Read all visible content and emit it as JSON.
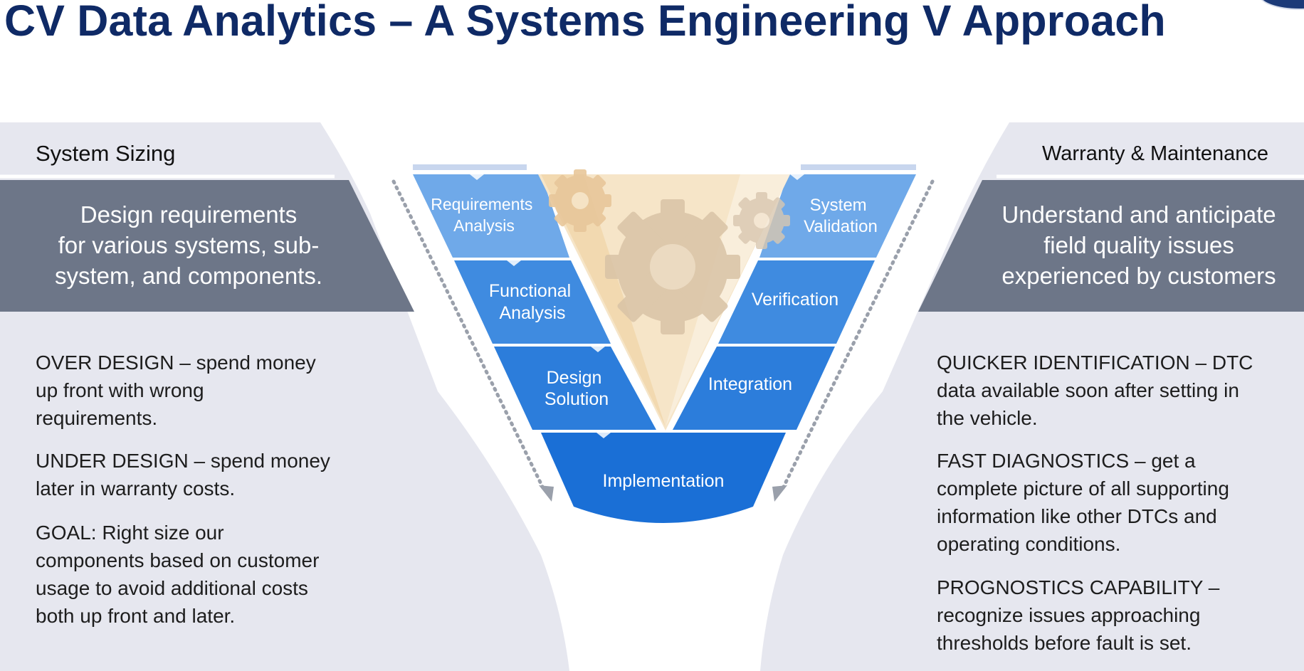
{
  "slide": {
    "title": "CV Data Analytics – A Systems Engineering V Approach"
  },
  "left_panel": {
    "header": "System Sizing",
    "band_lines": [
      "Design requirements",
      "for various systems, sub-",
      "system, and components."
    ],
    "paragraphs": [
      [
        "OVER DESIGN – spend money",
        "up front with wrong",
        "requirements."
      ],
      [
        "UNDER DESIGN – spend money",
        "later in warranty costs."
      ],
      [
        "GOAL: Right size our",
        "components based on customer",
        "usage to avoid additional costs",
        "both up front and later."
      ]
    ]
  },
  "right_panel": {
    "header": "Warranty & Maintenance",
    "band_lines": [
      "Understand and anticipate",
      "field quality issues",
      "experienced by customers"
    ],
    "paragraphs": [
      [
        "QUICKER IDENTIFICATION – DTC",
        "data available soon after setting in",
        "the vehicle."
      ],
      [
        "FAST DIAGNOSTICS – get a",
        "complete picture of all supporting",
        "information like other DTCs and",
        "operating conditions."
      ],
      [
        "PROGNOSTICS CAPABILITY –",
        "recognize issues approaching",
        "thresholds before fault is set."
      ]
    ]
  },
  "v_model": {
    "left_steps": [
      [
        "Requirements",
        "Analysis"
      ],
      [
        "Functional",
        "Analysis"
      ],
      [
        "Design",
        "Solution"
      ]
    ],
    "right_steps": [
      [
        "System",
        "Validation"
      ],
      [
        "Verification"
      ],
      [
        "Integration"
      ]
    ],
    "bottom_step": [
      "Implementation"
    ]
  },
  "colors": {
    "title": "#0f2a66",
    "panel_light": "#e6e7ef",
    "panel_band": "#6d7688",
    "blue_1": "#6fa9e9",
    "blue_2": "#3f8be0",
    "blue_3": "#2c7ddb",
    "blue_4": "#1a6fd6",
    "gear_fill": "#f1d6a8"
  },
  "icons": [
    "gear-icon",
    "arrow-down-icon"
  ]
}
